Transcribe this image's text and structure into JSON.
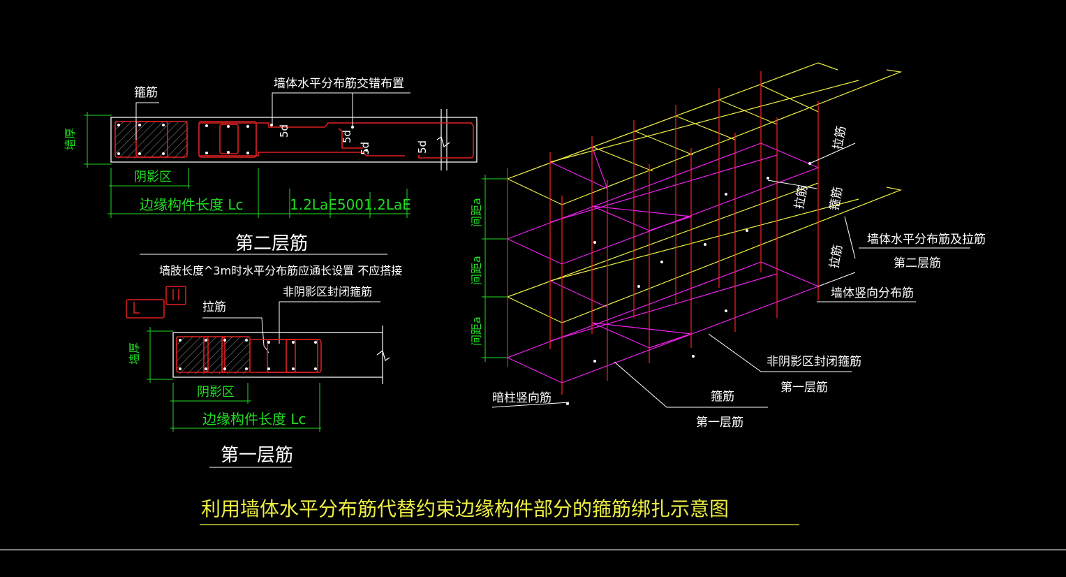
{
  "title": "利用墙体水平分布筋代替约束边缘构件部分的箍筋绑扎示意图",
  "colors": {
    "background": "#000000",
    "rebar_red": "#e02020",
    "dimension_green": "#22dd22",
    "label_white": "#ffffff",
    "layer_yellow": "#eeee44",
    "layer_magenta": "#ee22ee",
    "vertical_bar_red": "#ff2020"
  },
  "top_section": {
    "label_stirrup": "箍筋",
    "label_staggered": "墙体水平分布筋交错布置",
    "lap_5d_1": "5d",
    "lap_5d_2": "5d",
    "lap_5d_3": "5d",
    "lap_5d_4": "5d",
    "dim_wall_thickness": "墙厚",
    "dim_shadow_zone": "阴影区",
    "dim_edge_length": "边缘构件长度 Lc",
    "dim_lap": "1.2LaE5001.2LaE",
    "layer_name": "第二层筋",
    "note": "墙肢长度^3m时水平分布筋应通长设置 不应搭接"
  },
  "bottom_section": {
    "label_tie": "拉筋",
    "label_closed_stirrup": "非阴影区封闭箍筋",
    "dim_wall_thickness": "墙厚",
    "dim_shadow_zone": "阴影区",
    "dim_edge_length": "边缘构件长度 Lc",
    "layer_name": "第一层筋"
  },
  "iso_view": {
    "label_tie_1": "拉筋",
    "label_tie_2": "拉筋",
    "label_stirrup_top": "箍筋",
    "label_tie_3": "拉筋",
    "label_wall_horizontal": "墙体水平分布筋及拉筋",
    "label_layer2": "第二层筋",
    "label_wall_vertical": "墙体竖向分布筋",
    "label_nonshadow": "非阴影区封闭箍筋",
    "label_layer1_a": "第一层筋",
    "label_stirrup_bottom": "箍筋",
    "label_layer1_b": "第一层筋",
    "label_hidden_column": "暗柱竖向筋",
    "spacing_1": "间距a",
    "spacing_2": "间距a",
    "spacing_3": "间距a"
  }
}
